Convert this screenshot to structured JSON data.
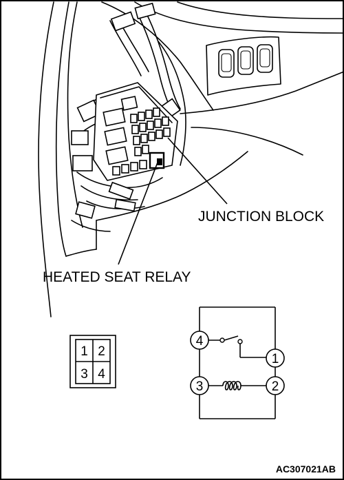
{
  "labels": {
    "junction_block": "JUNCTION BLOCK",
    "heated_seat_relay": "HEATED SEAT RELAY",
    "figure_code": "AC307021AB"
  },
  "connector": {
    "pins": [
      "1",
      "2",
      "3",
      "4"
    ]
  },
  "relay_schematic": {
    "terminals": [
      "4",
      "1",
      "3",
      "2"
    ]
  }
}
